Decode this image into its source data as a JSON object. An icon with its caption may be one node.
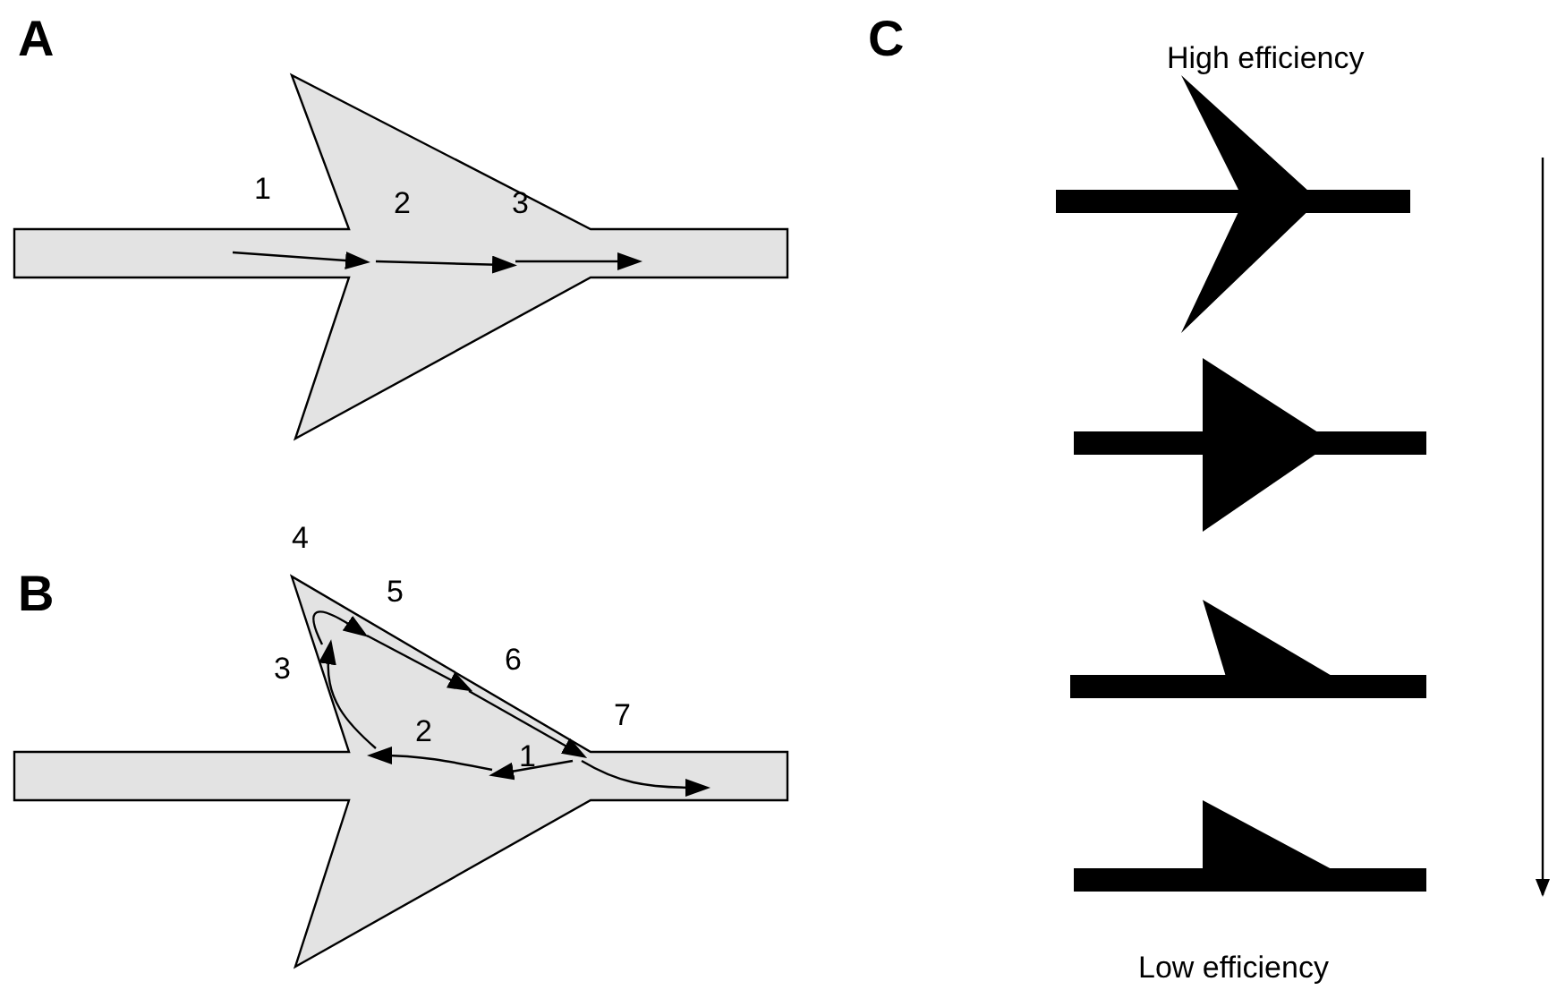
{
  "diagram": {
    "labels": [
      "A",
      "1",
      "2",
      "3",
      "B",
      "4",
      "5",
      "3",
      "6",
      "2",
      "1",
      "7",
      "C",
      "High efficiency",
      "Low efficiency"
    ]
  }
}
